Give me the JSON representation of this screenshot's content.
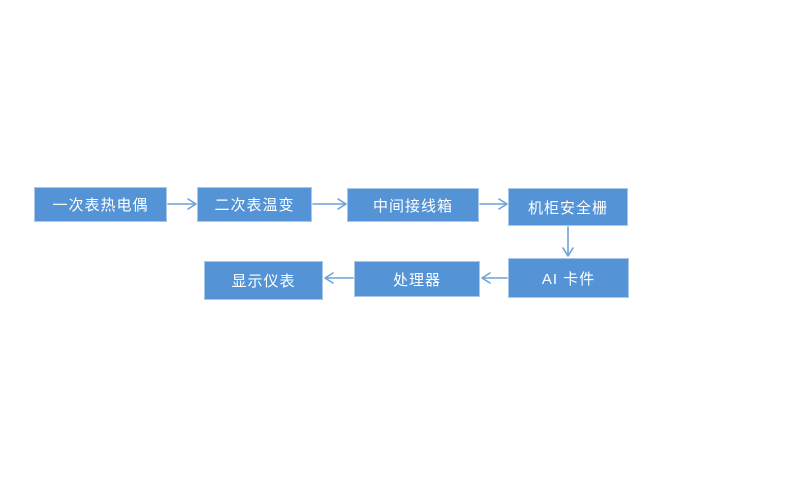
{
  "diagram": {
    "title": "temperature-measurement-signal-flow",
    "colors": {
      "node_fill": "#5494d6",
      "node_border": "#a9c8e8",
      "arrow": "#6fa0d8",
      "node_text": "#ffffff",
      "background": "#ffffff"
    },
    "nodes": [
      {
        "id": "primary-thermocouple",
        "label": "一次表热电偶"
      },
      {
        "id": "secondary-temp-transmitter",
        "label": "二次表温变"
      },
      {
        "id": "intermediate-junction-box",
        "label": "中间接线箱"
      },
      {
        "id": "cabinet-safety-barrier",
        "label": "机柜安全栅"
      },
      {
        "id": "ai-card",
        "label": "AI 卡件"
      },
      {
        "id": "processor",
        "label": "处理器"
      },
      {
        "id": "display-instrument",
        "label": "显示仪表"
      }
    ],
    "edges": [
      {
        "from": "primary-thermocouple",
        "to": "secondary-temp-transmitter"
      },
      {
        "from": "secondary-temp-transmitter",
        "to": "intermediate-junction-box"
      },
      {
        "from": "intermediate-junction-box",
        "to": "cabinet-safety-barrier"
      },
      {
        "from": "cabinet-safety-barrier",
        "to": "ai-card"
      },
      {
        "from": "ai-card",
        "to": "processor"
      },
      {
        "from": "processor",
        "to": "display-instrument"
      }
    ]
  }
}
